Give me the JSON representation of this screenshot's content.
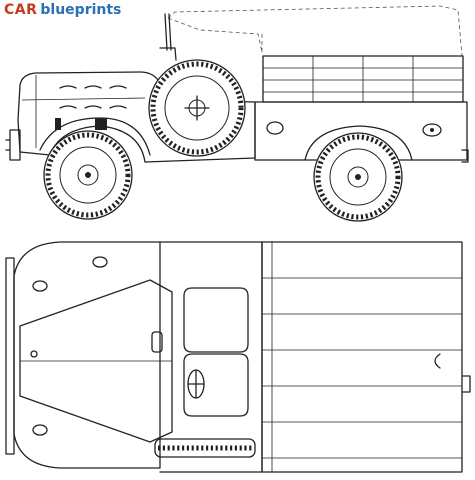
{
  "logo": {
    "part1": "CAR",
    "part2": "blueprints",
    "color1": "#c8391a",
    "color2": "#2c6fb6"
  },
  "views": [
    "side-view",
    "top-view"
  ]
}
